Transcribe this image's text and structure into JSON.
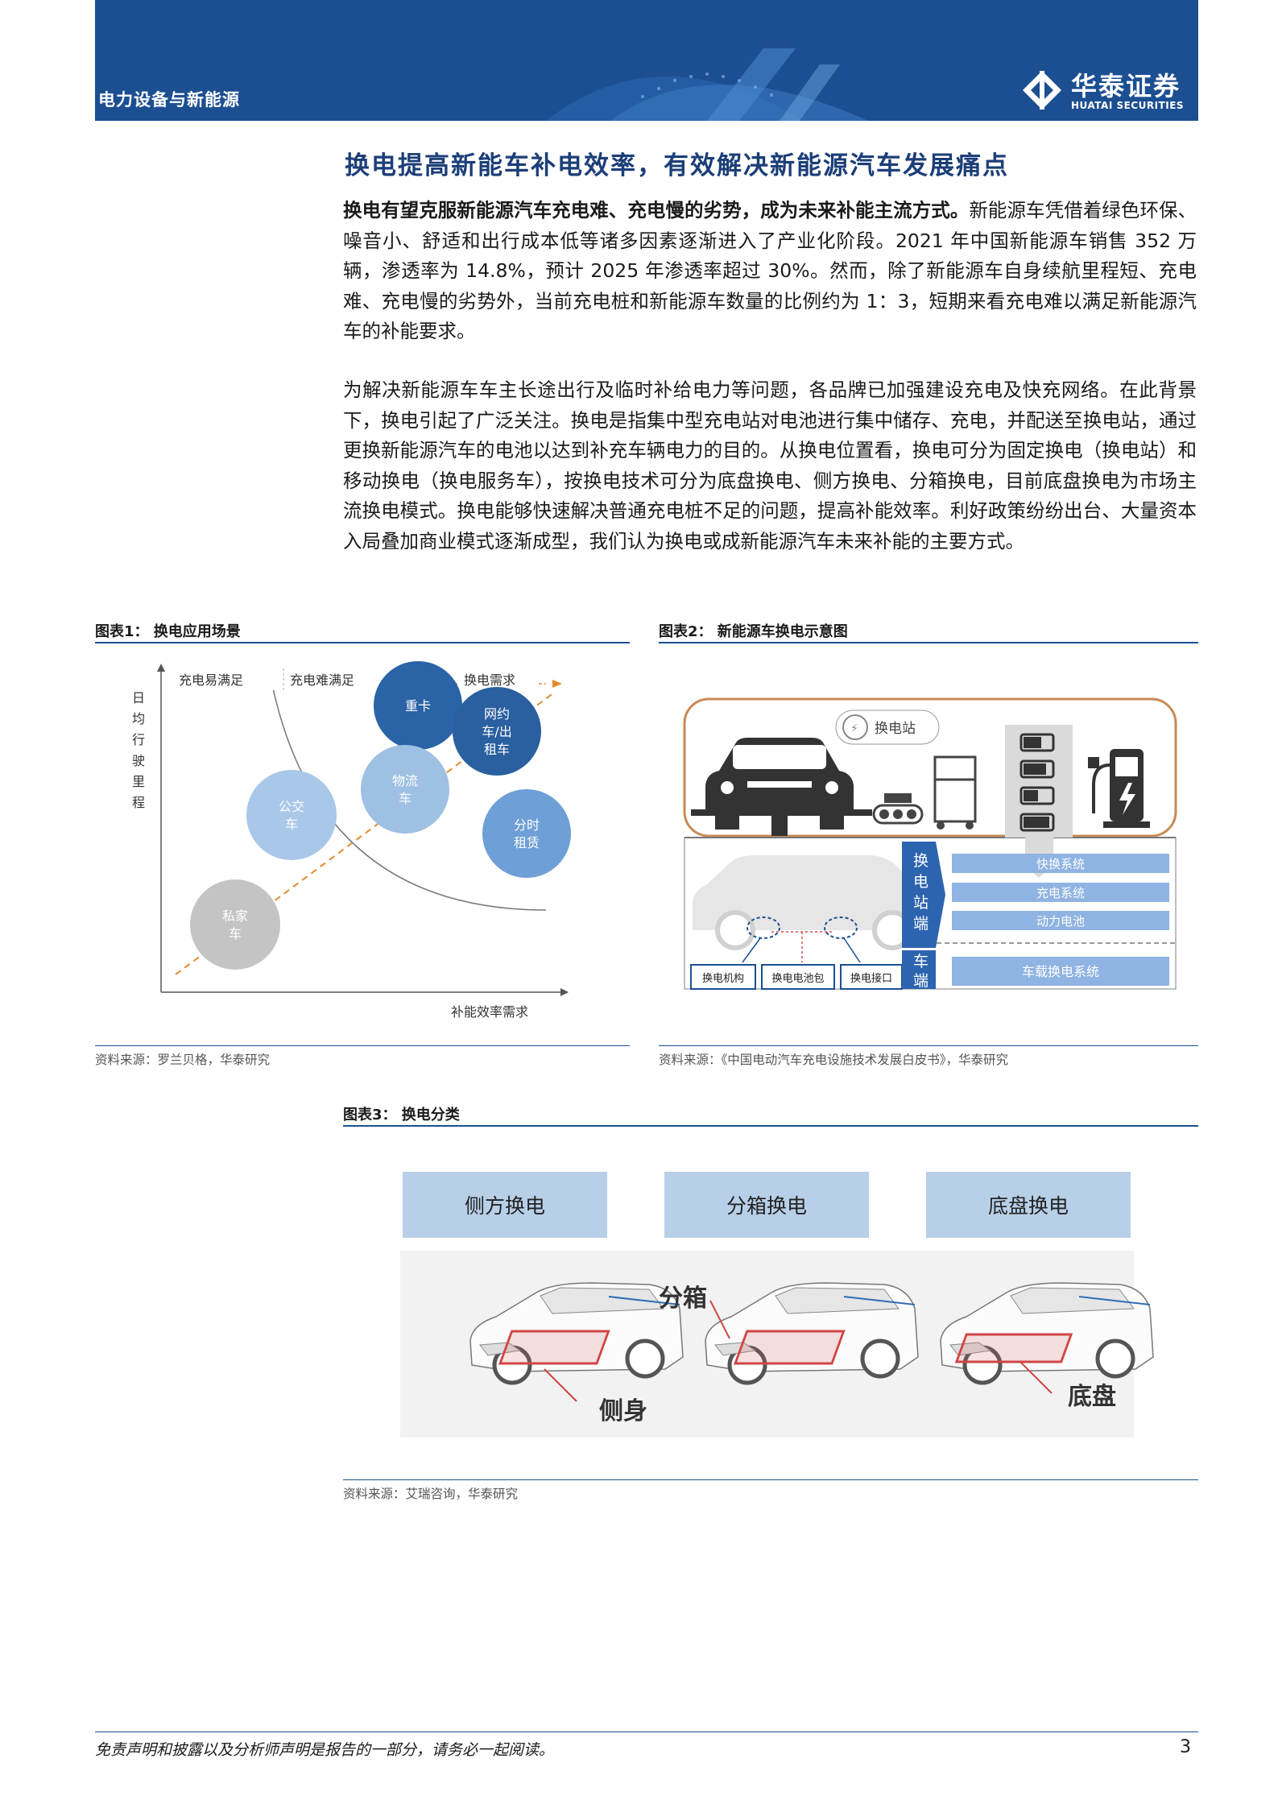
{
  "header": {
    "section": "电力设备与新能源",
    "logo_cn": "华泰证券",
    "logo_en": "HUATAI SECURITIES"
  },
  "title": "换电提高新能车补电效率，有效解决新能源汽车发展痛点",
  "para1": {
    "lead": "换电有望克服新能源汽车充电难、充电慢的劣势，成为未来补能主流方式。",
    "body": "新能源车凭借着绿色环保、噪音小、舒适和出行成本低等诸多因素逐渐进入了产业化阶段。2021 年中国新能源车销售 352 万辆，渗透率为 14.8%，预计 2025 年渗透率超过 30%。然而，除了新能源车自身续航里程短、充电难、充电慢的劣势外，当前充电桩和新能源车数量的比例约为 1：3，短期来看充电难以满足新能源汽车的补能要求。"
  },
  "para2": "为解决新能源车车主长途出行及临时补给电力等问题，各品牌已加强建设充电及快充网络。在此背景下，换电引起了广泛关注。换电是指集中型充电站对电池进行集中储存、充电，并配送至换电站，通过更换新能源汽车的电池以达到补充车辆电力的目的。从换电位置看，换电可分为固定换电（换电站）和移动换电（换电服务车），按换电技术可分为底盘换电、侧方换电、分箱换电，目前底盘换电为市场主流换电模式。换电能够快速解决普通充电桩不足的问题，提高补能效率。利好政策纷纷出台、大量资本入局叠加商业模式逐渐成型，我们认为换电或成新能源汽车未来补能的主要方式。",
  "fig1": {
    "caption": "图表1：  换电应用场景",
    "source": "资料来源：罗兰贝格，华泰研究",
    "y_label": [
      "日",
      "均",
      "行",
      "驶",
      "里",
      "程"
    ],
    "x_label": "补能效率需求",
    "zone_labels": [
      "充电易满足",
      "充电难满足",
      "换电需求"
    ],
    "bubbles": [
      {
        "lines": [
          "重卡"
        ],
        "color": "#2a63a6"
      },
      {
        "lines": [
          "网约",
          "车/出",
          "租车"
        ],
        "color": "#2a5fa0"
      },
      {
        "lines": [
          "物流",
          "车"
        ],
        "color": "#9ec0e3"
      },
      {
        "lines": [
          "公交",
          "车"
        ],
        "color": "#a9c7e8"
      },
      {
        "lines": [
          "分时",
          "租赁"
        ],
        "color": "#6e9fd6"
      },
      {
        "lines": [
          "私家",
          "车"
        ],
        "color": "#c4c4c4"
      }
    ]
  },
  "fig2": {
    "caption": "图表2：  新能源车换电示意图",
    "source": "资料来源：《中国电动汽车充电设施技术发展白皮书》，华泰研究",
    "station_label": "换电站",
    "side_station": [
      "换",
      "电",
      "站",
      "端"
    ],
    "side_vehicle": [
      "车",
      "端"
    ],
    "systems": [
      "快换系统",
      "充电系统",
      "动力电池"
    ],
    "vehicle_system": "车载换电系统",
    "parts": [
      "换电机构",
      "换电电池包",
      "换电接口"
    ]
  },
  "fig3": {
    "caption": "图表3：  换电分类",
    "source": "资料来源：艾瑞咨询，华泰研究",
    "types": [
      "侧方换电",
      "分箱换电",
      "底盘换电"
    ],
    "car_labels": [
      "侧身",
      "分箱",
      "底盘"
    ]
  },
  "footer": {
    "disclaimer": "免责声明和披露以及分析师声明是报告的一部分，请务必一起阅读。",
    "page": "3"
  }
}
